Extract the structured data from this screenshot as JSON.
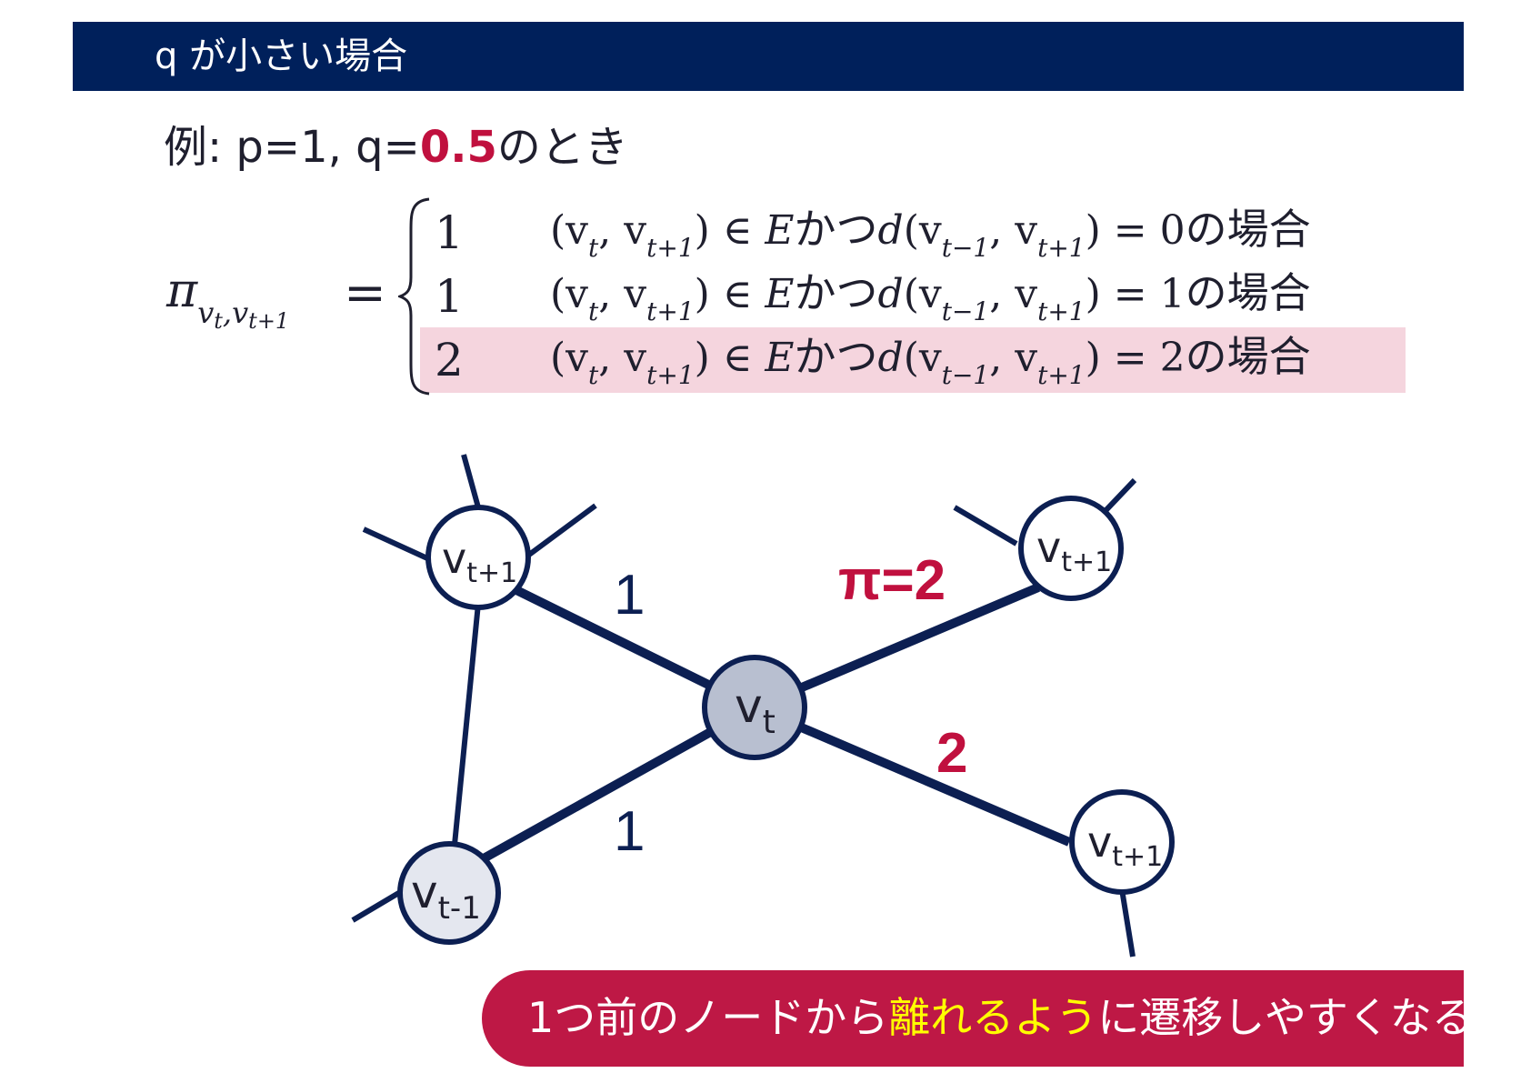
{
  "title": "q が小さい場合",
  "example": {
    "prefix": "例: p=1, q=",
    "value": "0.5",
    "suffix": "のとき"
  },
  "formula": {
    "lhs_symbol": "π",
    "lhs_sub": "v",
    "lhs_sub_a": "t",
    "lhs_sub_comma": ",v",
    "lhs_sub_b": "t+1",
    "equals": "=",
    "cases": [
      {
        "value": "1",
        "rhs": "0",
        "highlighted": false
      },
      {
        "value": "1",
        "rhs": "1",
        "highlighted": false
      },
      {
        "value": "2",
        "rhs": "2",
        "highlighted": true
      }
    ],
    "cond_part1": "(v",
    "cond_sub_t": "t",
    "cond_comma": ", v",
    "cond_sub_t1": "t+1",
    "cond_part2": ") ∈ ",
    "cond_E": "E",
    "cond_katsu": "かつ",
    "cond_d": "d",
    "cond_part3": "(v",
    "cond_sub_tm1": "t−1",
    "cond_comma2": ", v",
    "cond_sub_t1b": "t+1",
    "cond_part4": ") = ",
    "cond_suffix": "の場合"
  },
  "graph": {
    "nodes": {
      "center": {
        "base": "v",
        "sub": "t"
      },
      "prev": {
        "base": "v",
        "sub": "t-1"
      },
      "top_left": {
        "base": "v",
        "sub": "t+1"
      },
      "top_right": {
        "base": "v",
        "sub": "t+1"
      },
      "bottom_right": {
        "base": "v",
        "sub": "t+1"
      }
    },
    "edge_labels": {
      "to_top_left": "1",
      "to_prev": "1",
      "to_top_right": "π=2",
      "to_bottom_right": "2"
    }
  },
  "callout": {
    "part1": "1つ前のノードから",
    "highlight": "離れるよう",
    "part2": "に遷移しやすくなる"
  },
  "colors": {
    "navy": "#00205b",
    "accent": "#c0103e",
    "highlight_row": "#f5d5de",
    "center_node": "#b8bfd0",
    "prev_node": "#e4e7ef",
    "callout_bg": "#be1845",
    "callout_highlight": "#ffff00"
  }
}
